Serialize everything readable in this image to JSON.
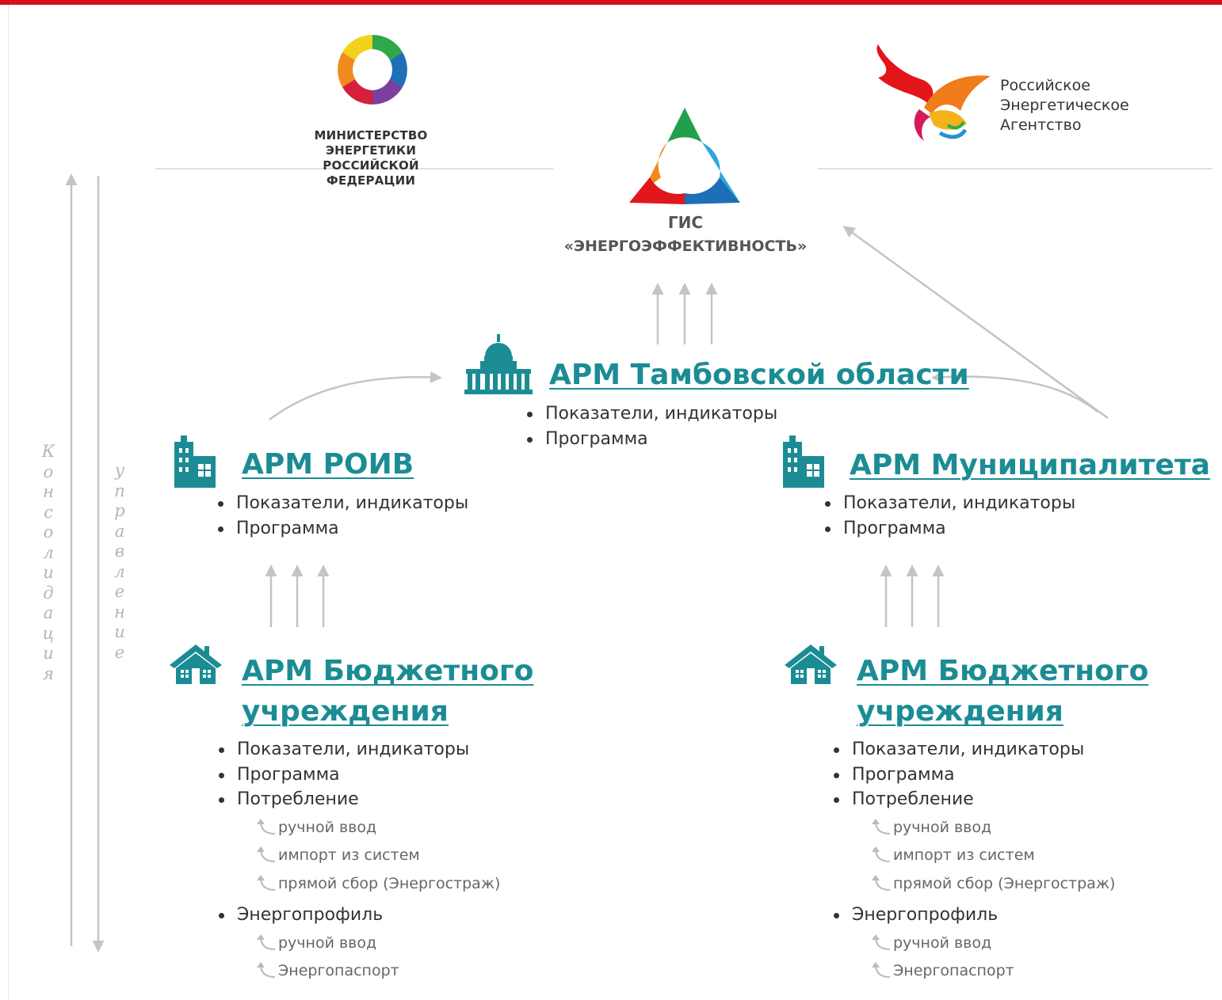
{
  "header": {
    "ministry": {
      "line1": "МИНИСТЕРСТВО ЭНЕРГЕТИКИ",
      "line2": "РОССИЙСКОЙ ФЕДЕРАЦИИ"
    },
    "rea": {
      "line1": "Российское",
      "line2": "Энергетическое",
      "line3": "Агентство"
    }
  },
  "gis": {
    "line1": "ГИС",
    "line2": "«ЭНЕРГОЭФФЕКТИВНОСТЬ»"
  },
  "colors": {
    "accent": "#1b8c94",
    "top_bar": "#d3111b",
    "arrow": "#c4c4c4"
  },
  "nodes": {
    "region": {
      "title": "АРМ Тамбовской области",
      "items": [
        "Показатели, индикаторы",
        "Программа"
      ]
    },
    "roiv": {
      "title": "АРМ РОИВ",
      "items": [
        "Показатели, индикаторы",
        "Программа"
      ]
    },
    "municipality": {
      "title": "АРМ Муниципалитета",
      "items": [
        "Показатели, индикаторы",
        "Программа"
      ]
    },
    "budget_left": {
      "title_line1": "АРМ Бюджетного",
      "title_line2": "учреждения",
      "items": [
        "Показатели, индикаторы",
        "Программа",
        "Потребление",
        "Энергопрофиль"
      ],
      "consumption_sources": [
        "ручной ввод",
        "импорт из систем",
        "прямой сбор (Энергостраж)"
      ],
      "profile_sources": [
        "ручной ввод",
        "Энергопаспорт"
      ]
    },
    "budget_right": {
      "title_line1": "АРМ Бюджетного",
      "title_line2": "учреждения",
      "items": [
        "Показатели, индикаторы",
        "Программа",
        "Потребление",
        "Энергопрофиль"
      ],
      "consumption_sources": [
        "ручной ввод",
        "импорт из систем",
        "прямой сбор (Энергостраж)"
      ],
      "profile_sources": [
        "ручной ввод",
        "Энергопаспорт"
      ]
    }
  },
  "axes": {
    "consolidation": [
      "К",
      "о",
      "н",
      "с",
      "о",
      "л",
      "и",
      "д",
      "а",
      "ц",
      "и",
      "я"
    ],
    "management": [
      "у",
      "п",
      "р",
      "а",
      "в",
      "л",
      "е",
      "н",
      "и",
      "е"
    ]
  },
  "icons": {
    "ministry_logo": "ring-logo",
    "rea_logo": "phoenix-logo",
    "gis_logo": "triangle-logo",
    "region_icon": "capitol-building-icon",
    "roiv_icon": "office-building-icon",
    "municipality_icon": "office-building-icon",
    "budget_icon": "house-icon"
  }
}
